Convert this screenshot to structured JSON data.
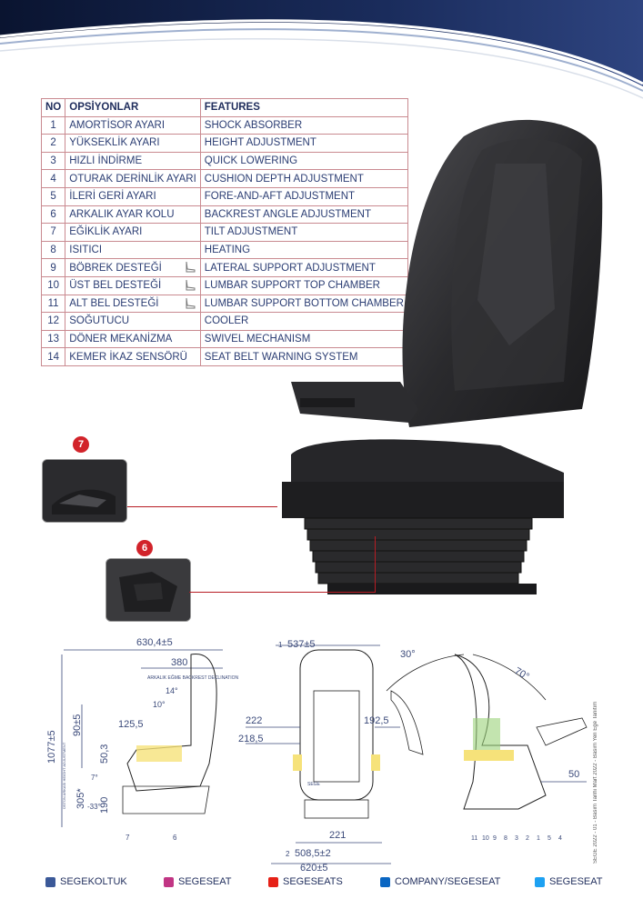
{
  "table": {
    "headers": [
      "NO",
      "OPSİYONLAR",
      "FEATURES"
    ],
    "rows": [
      {
        "no": "1",
        "option": "AMORTİSOR AYARI",
        "feature": "SHOCK ABSORBER",
        "icon": false
      },
      {
        "no": "2",
        "option": "YÜKSEKLİK AYARI",
        "feature": "HEIGHT ADJUSTMENT",
        "icon": false
      },
      {
        "no": "3",
        "option": "HIZLI İNDİRME",
        "feature": "QUICK LOWERING",
        "icon": false
      },
      {
        "no": "4",
        "option": "OTURAK DERİNLİK AYARI",
        "feature": "CUSHION DEPTH ADJUSTMENT",
        "icon": false
      },
      {
        "no": "5",
        "option": "İLERİ GERİ AYARI",
        "feature": "FORE-AND-AFT ADJUSTMENT",
        "icon": false
      },
      {
        "no": "6",
        "option": "ARKALIK AYAR KOLU",
        "feature": "BACKREST ANGLE ADJUSTMENT",
        "icon": false
      },
      {
        "no": "7",
        "option": "EĞİKLİK AYARI",
        "feature": "TILT ADJUSTMENT",
        "icon": false
      },
      {
        "no": "8",
        "option": "ISITICI",
        "feature": "HEATING",
        "icon": false
      },
      {
        "no": "9",
        "option": "BÖBREK DESTEĞİ",
        "feature": "LATERAL SUPPORT ADJUSTMENT",
        "icon": true
      },
      {
        "no": "10",
        "option": "ÜST BEL DESTEĞİ",
        "feature": "LUMBAR SUPPORT TOP CHAMBER",
        "icon": true
      },
      {
        "no": "11",
        "option": "ALT BEL DESTEĞİ",
        "feature": "LUMBAR SUPPORT BOTTOM CHAMBER",
        "icon": true
      },
      {
        "no": "12",
        "option": "SOĞUTUCU",
        "feature": "COOLER",
        "icon": false
      },
      {
        "no": "13",
        "option": "DÖNER MEKANİZMA",
        "feature": "SWIVEL MECHANISM",
        "icon": false
      },
      {
        "no": "14",
        "option": "KEMER İKAZ SENSÖRÜ",
        "feature": "SEAT BELT WARNING SYSTEM",
        "icon": false
      }
    ]
  },
  "callouts": {
    "tilt": "7",
    "backrest": "6"
  },
  "dims": {
    "side_width": "630,4±5",
    "side_380": "380",
    "side_height": "1077±5",
    "side_90": "90±5",
    "side_125": "125,5",
    "side_50": "50,3",
    "side_14": "14°",
    "side_10": "10°",
    "side_305": "305*",
    "side_190": "190",
    "side_7": "7°",
    "side_33": "-33°",
    "side_arkalik": "ARKALIK EĞME BACKREST DECLINATION",
    "side_height_label": "ÜSTÜN ARKASI HEIGHT ADJUSTMENT",
    "side_nums": [
      "7",
      "6"
    ],
    "front_top": "537±5",
    "front_top_num": "1",
    "front_222": "222",
    "front_218": "218,5",
    "front_192": "192,5",
    "front_221": "221",
    "front_bottom": "508,5±2",
    "front_bottom_num": "2",
    "front_width": "620±5",
    "front_logo": "SEGE",
    "right_30": "30°",
    "right_70": "70°",
    "right_50": "50",
    "right_nums": [
      "11",
      "10",
      "9",
      "8",
      "3",
      "2",
      "1",
      "5",
      "4"
    ]
  },
  "side_note": "SEGE 2022 - 01 - Basım Tarihi Mart 2022 - Basım Yeri Ege Tanıtım",
  "footer": [
    {
      "label": "SEGEKOLTUK",
      "icon": "facebook-icon",
      "color": "#3b5998"
    },
    {
      "label": "SEGESEAT",
      "icon": "instagram-icon",
      "color": "#c13584"
    },
    {
      "label": "SEGESEATS",
      "icon": "youtube-icon",
      "color": "#e62117"
    },
    {
      "label": "COMPANY/SEGESEAT",
      "icon": "linkedin-icon",
      "color": "#0a66c2"
    },
    {
      "label": "SEGESEAT",
      "icon": "twitter-icon",
      "color": "#1da1f2"
    }
  ],
  "colors": {
    "accent": "#d2232a",
    "navy": "#1f2d5c"
  }
}
